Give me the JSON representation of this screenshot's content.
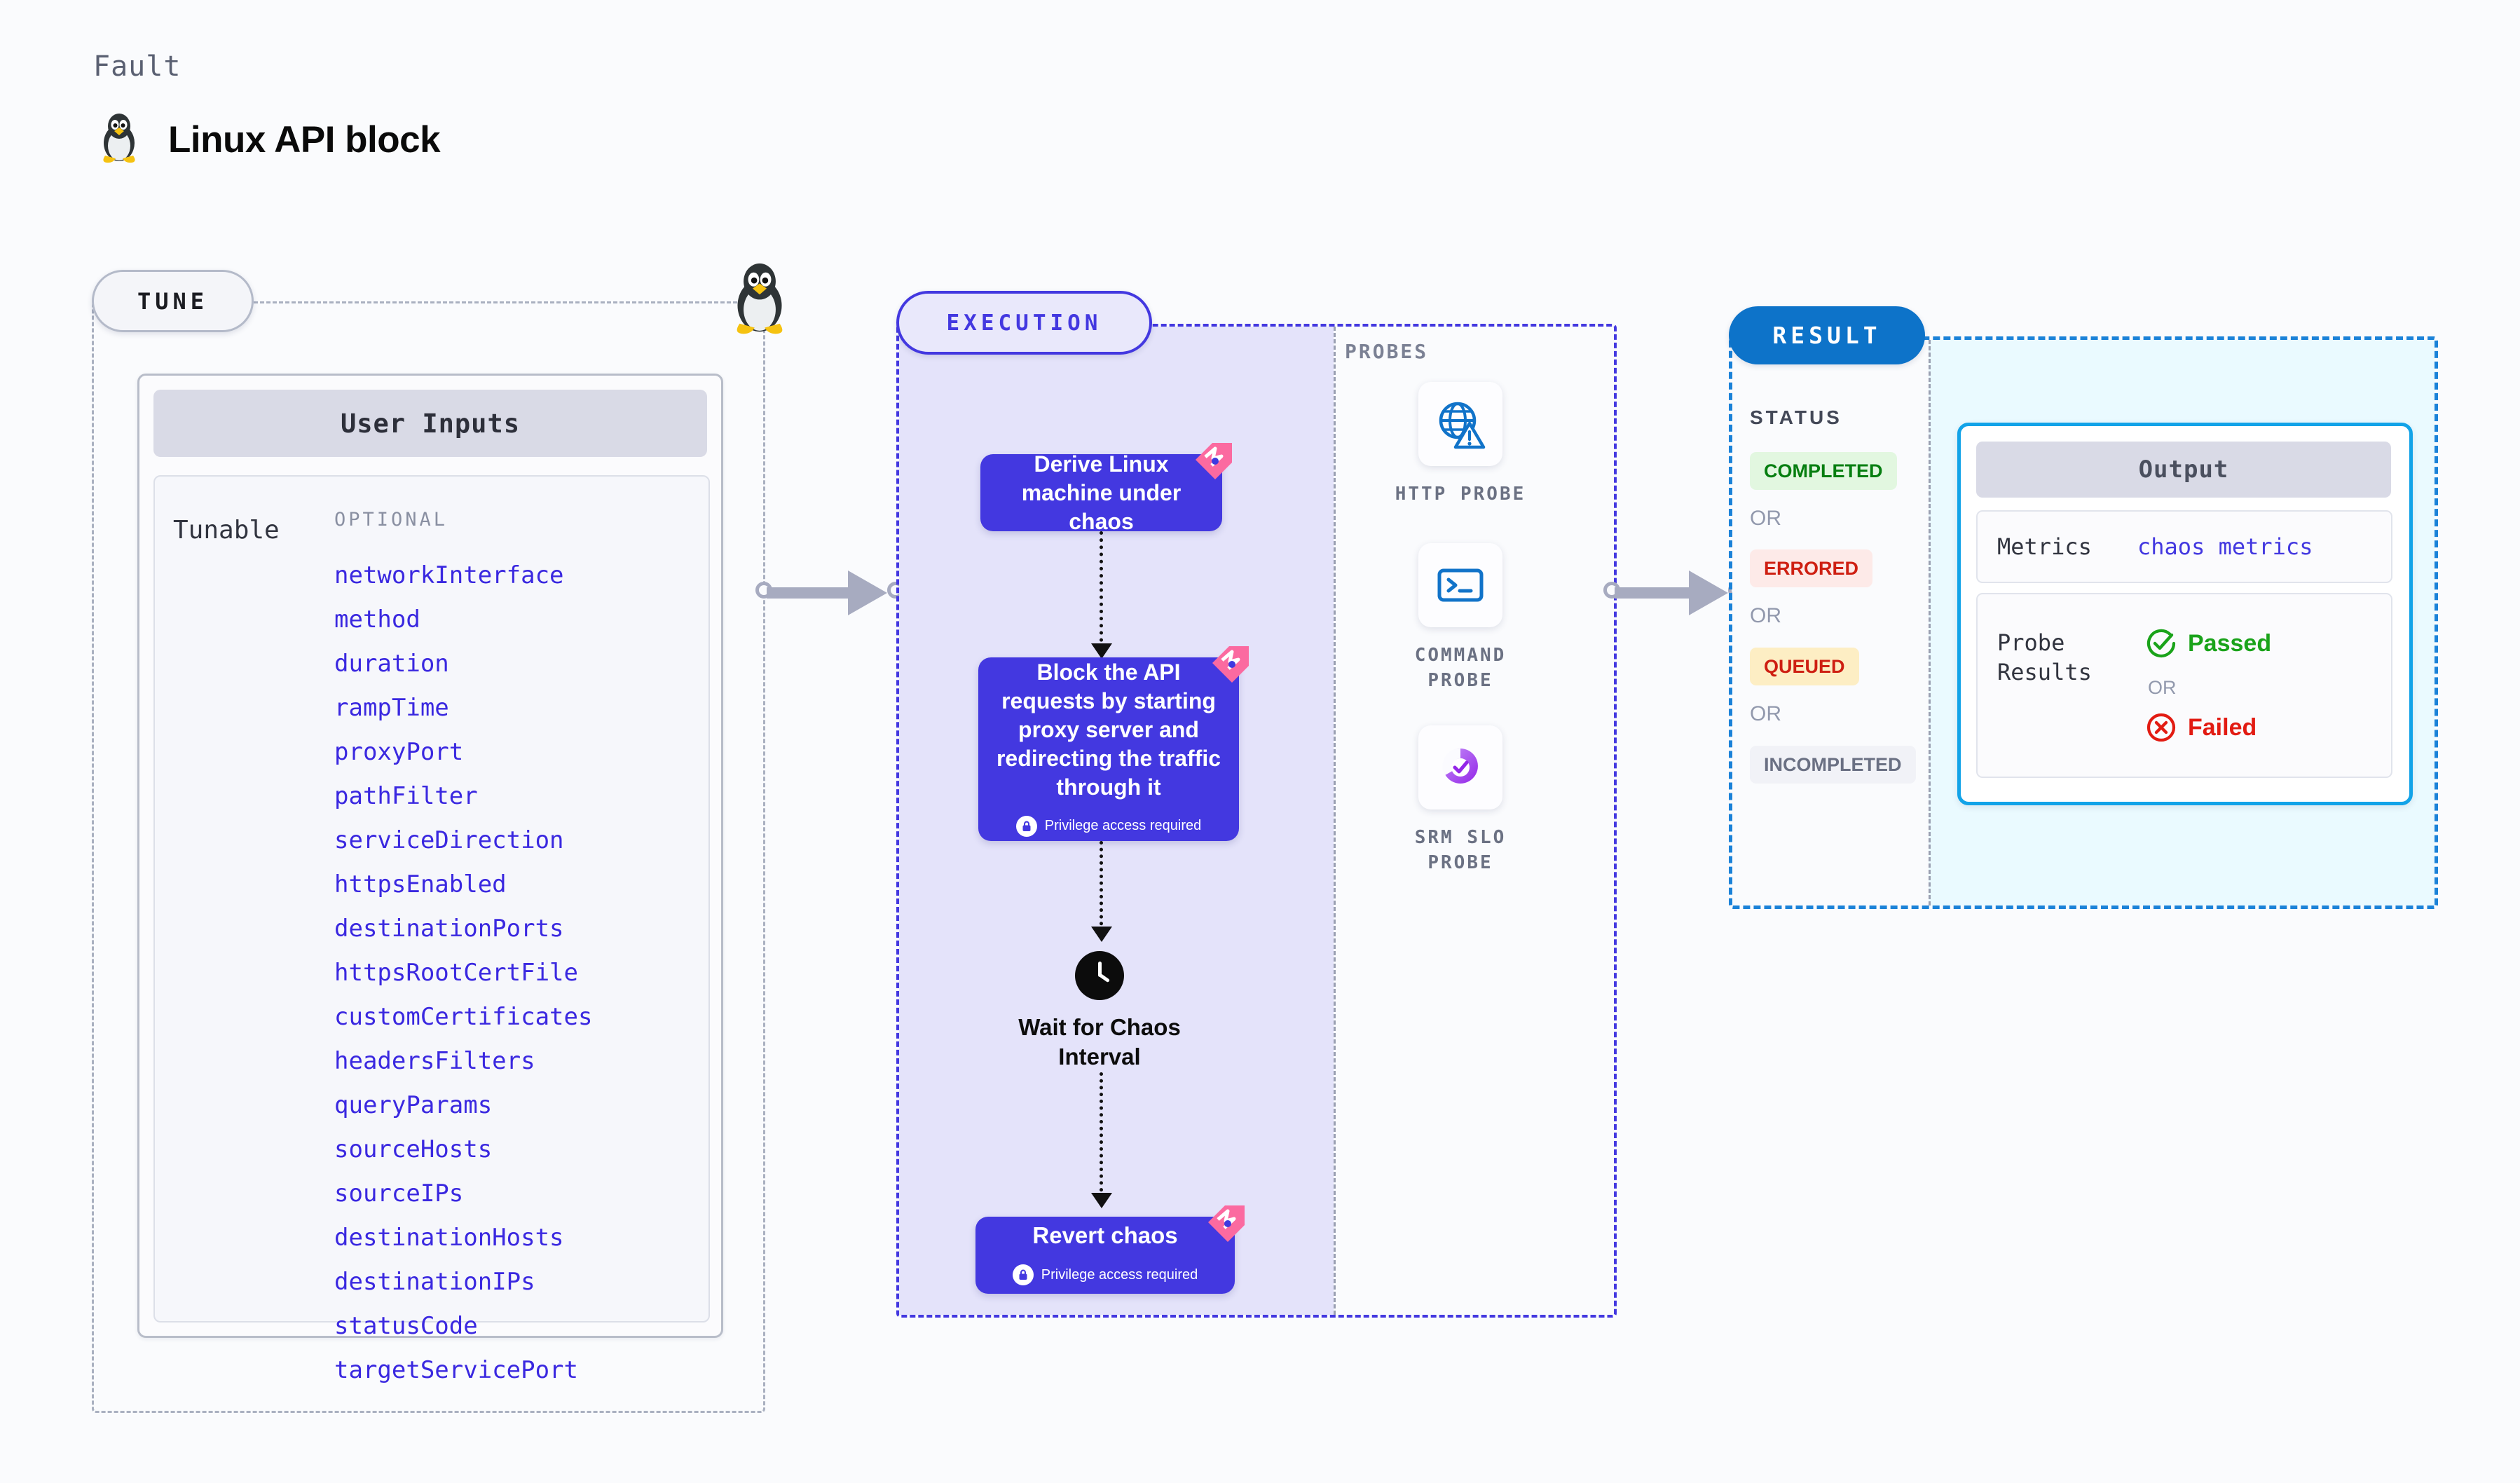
{
  "header": {
    "kicker": "Fault",
    "title": "Linux API block",
    "icon": "tux-penguin-icon"
  },
  "tune": {
    "badge": "TUNE",
    "card_title": "User Inputs",
    "tunable_label": "Tunable",
    "optional_label": "OPTIONAL",
    "parameters": [
      "networkInterface",
      "method",
      "duration",
      "rampTime",
      "proxyPort",
      "pathFilter",
      "serviceDirection",
      "httpsEnabled",
      "destinationPorts",
      "httpsRootCertFile",
      "customCertificates",
      "headersFilters",
      "queryParams",
      "sourceHosts",
      "sourceIPs",
      "destinationHosts",
      "destinationIPs",
      "statusCode",
      "targetServicePort"
    ]
  },
  "execution": {
    "badge": "EXECUTION",
    "nodes": [
      {
        "text": "Derive Linux machine under chaos",
        "privilege": "",
        "flag": true
      },
      {
        "text": "Block the API requests by starting proxy server and redirecting the traffic through it",
        "privilege": "Privilege access required",
        "flag": true
      },
      {
        "text": "Revert chaos",
        "privilege": "Privilege access required",
        "flag": true
      }
    ],
    "wait_node": {
      "text": "Wait for Chaos Interval",
      "icon": "clock-icon"
    }
  },
  "probes": {
    "label": "PROBES",
    "items": [
      {
        "name": "HTTP PROBE",
        "icon": "globe-warning-icon"
      },
      {
        "name": "COMMAND PROBE",
        "icon": "terminal-icon"
      },
      {
        "name": "SRM SLO PROBE",
        "icon": "slo-donut-check-icon"
      }
    ]
  },
  "result": {
    "badge": "RESULT",
    "status_label": "STATUS",
    "or_text": "OR",
    "statuses": [
      {
        "label": "COMPLETED",
        "bg": "#e2f7e0",
        "fg": "#067e10"
      },
      {
        "label": "ERRORED",
        "bg": "#fdeae8",
        "fg": "#ce1f12"
      },
      {
        "label": "QUEUED",
        "bg": "#fdeec4",
        "fg": "#ce1f12"
      },
      {
        "label": "INCOMPLETED",
        "bg": "#f1f2f7",
        "fg": "#6a7083"
      }
    ],
    "output": {
      "title": "Output",
      "metrics_key": "Metrics",
      "metrics_value": "chaos metrics",
      "probe_key": "Probe Results",
      "passed": "Passed",
      "failed": "Failed",
      "or_text": "OR"
    }
  },
  "colors": {
    "accent_purple": "#4338e0",
    "accent_blue": "#0d73c9",
    "output_border": "#12a3e8",
    "flag_pink": "#fb6aa0",
    "connector_gray": "#a7abc0"
  }
}
